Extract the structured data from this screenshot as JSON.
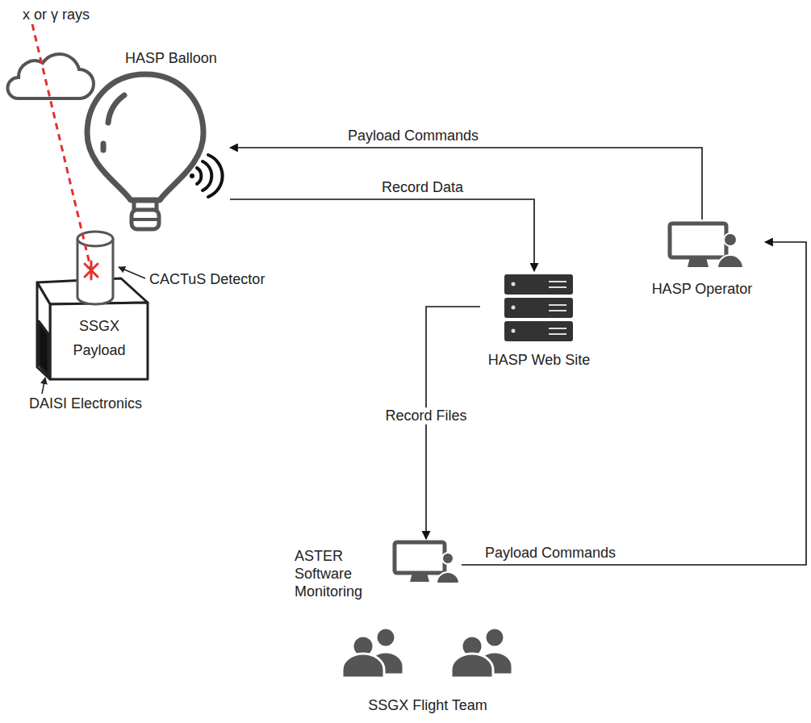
{
  "diagram": {
    "nodes": [
      {
        "text": [
          "HASP Balloon"
        ]
      },
      {
        "text": [
          "CACTuS Detector"
        ]
      },
      {
        "text": [
          "SSGX Payload"
        ]
      },
      {
        "text": [
          "HASP Web Site"
        ]
      },
      {
        "text": [
          "HASP Operator"
        ]
      },
      {
        "text": [
          "ASTER Software Monitoring"
        ]
      },
      {
        "text": [
          "SSGX Flight Team"
        ]
      }
    ],
    "edges": [
      {
        "from": 4,
        "to": 0,
        "arrow": "to",
        "label": "Payload Commands"
      },
      {
        "from": 0,
        "to": 3,
        "arrow": "to",
        "label": "Record Data"
      },
      {
        "from": 3,
        "to": 5,
        "arrow": "to",
        "label": "Record Files"
      },
      {
        "from": 5,
        "to": 4,
        "arrow": "to",
        "label": "Payload Commands"
      }
    ],
    "labels": [
      "x or γ rays",
      "DAISI Electronics"
    ]
  }
}
